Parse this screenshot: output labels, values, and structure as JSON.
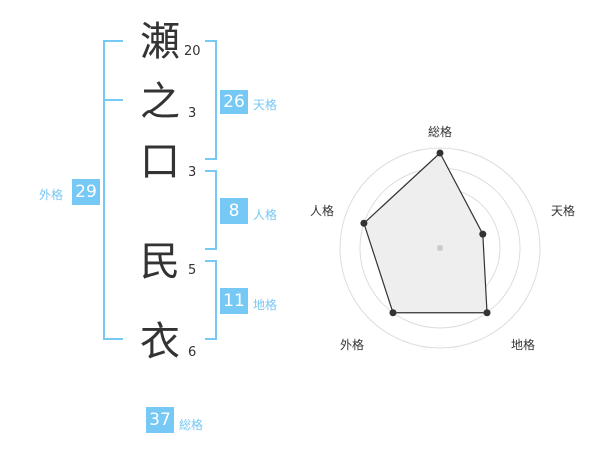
{
  "name": {
    "chars": [
      {
        "char": "瀬",
        "strokes": "20"
      },
      {
        "char": "之",
        "strokes": "3"
      },
      {
        "char": "口",
        "strokes": "3"
      },
      {
        "char": "民",
        "strokes": "5"
      },
      {
        "char": "衣",
        "strokes": "6"
      }
    ]
  },
  "kakusu": {
    "tenkaku": {
      "value": "26",
      "label": "天格"
    },
    "jinkaku": {
      "value": "8",
      "label": "人格"
    },
    "chikaku": {
      "value": "11",
      "label": "地格"
    },
    "gaikaku": {
      "value": "29",
      "label": "外格"
    },
    "soukaku": {
      "value": "37",
      "label": "総格"
    }
  },
  "colors": {
    "accent": "#76c8f5",
    "text": "#333333",
    "chart_fill": "#eeeeee",
    "ring": "#dddddd"
  },
  "chart_data": {
    "type": "radar",
    "axes": [
      "総格",
      "天格",
      "地格",
      "外格",
      "人格"
    ],
    "values": [
      0.95,
      0.45,
      0.8,
      0.8,
      0.8
    ],
    "range": [
      0,
      1
    ]
  }
}
